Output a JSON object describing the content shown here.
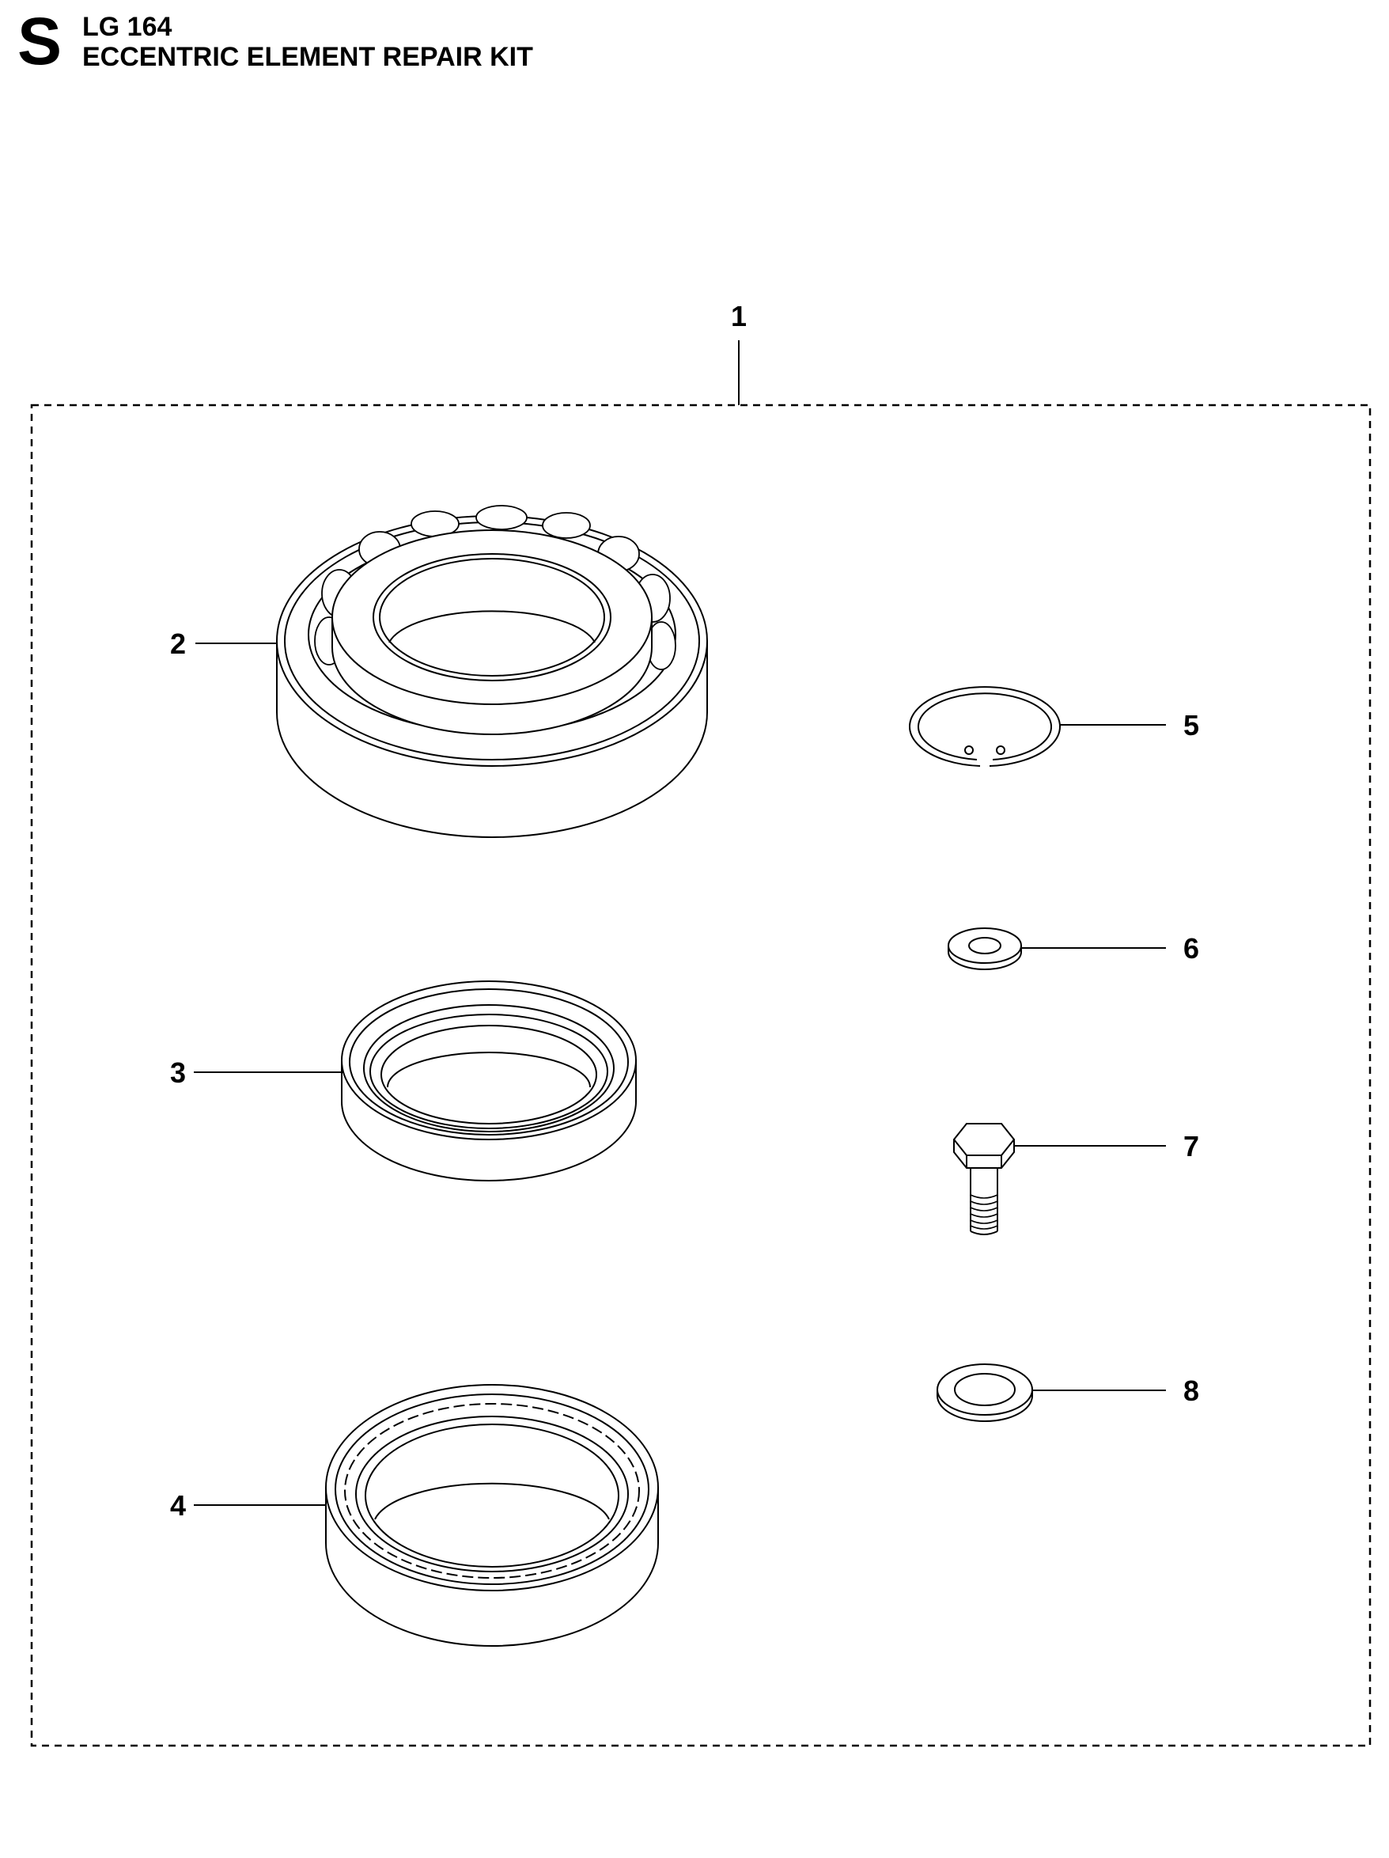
{
  "header": {
    "section": "S",
    "model": "LG 164",
    "title": "ECCENTRIC ELEMENT REPAIR KIT"
  },
  "callouts": {
    "kit": "1",
    "roller_bearing": "2",
    "seal_ring": "3",
    "ball_bearing": "4",
    "circlip": "5",
    "small_washer": "6",
    "hex_bolt": "7",
    "washer": "8"
  }
}
